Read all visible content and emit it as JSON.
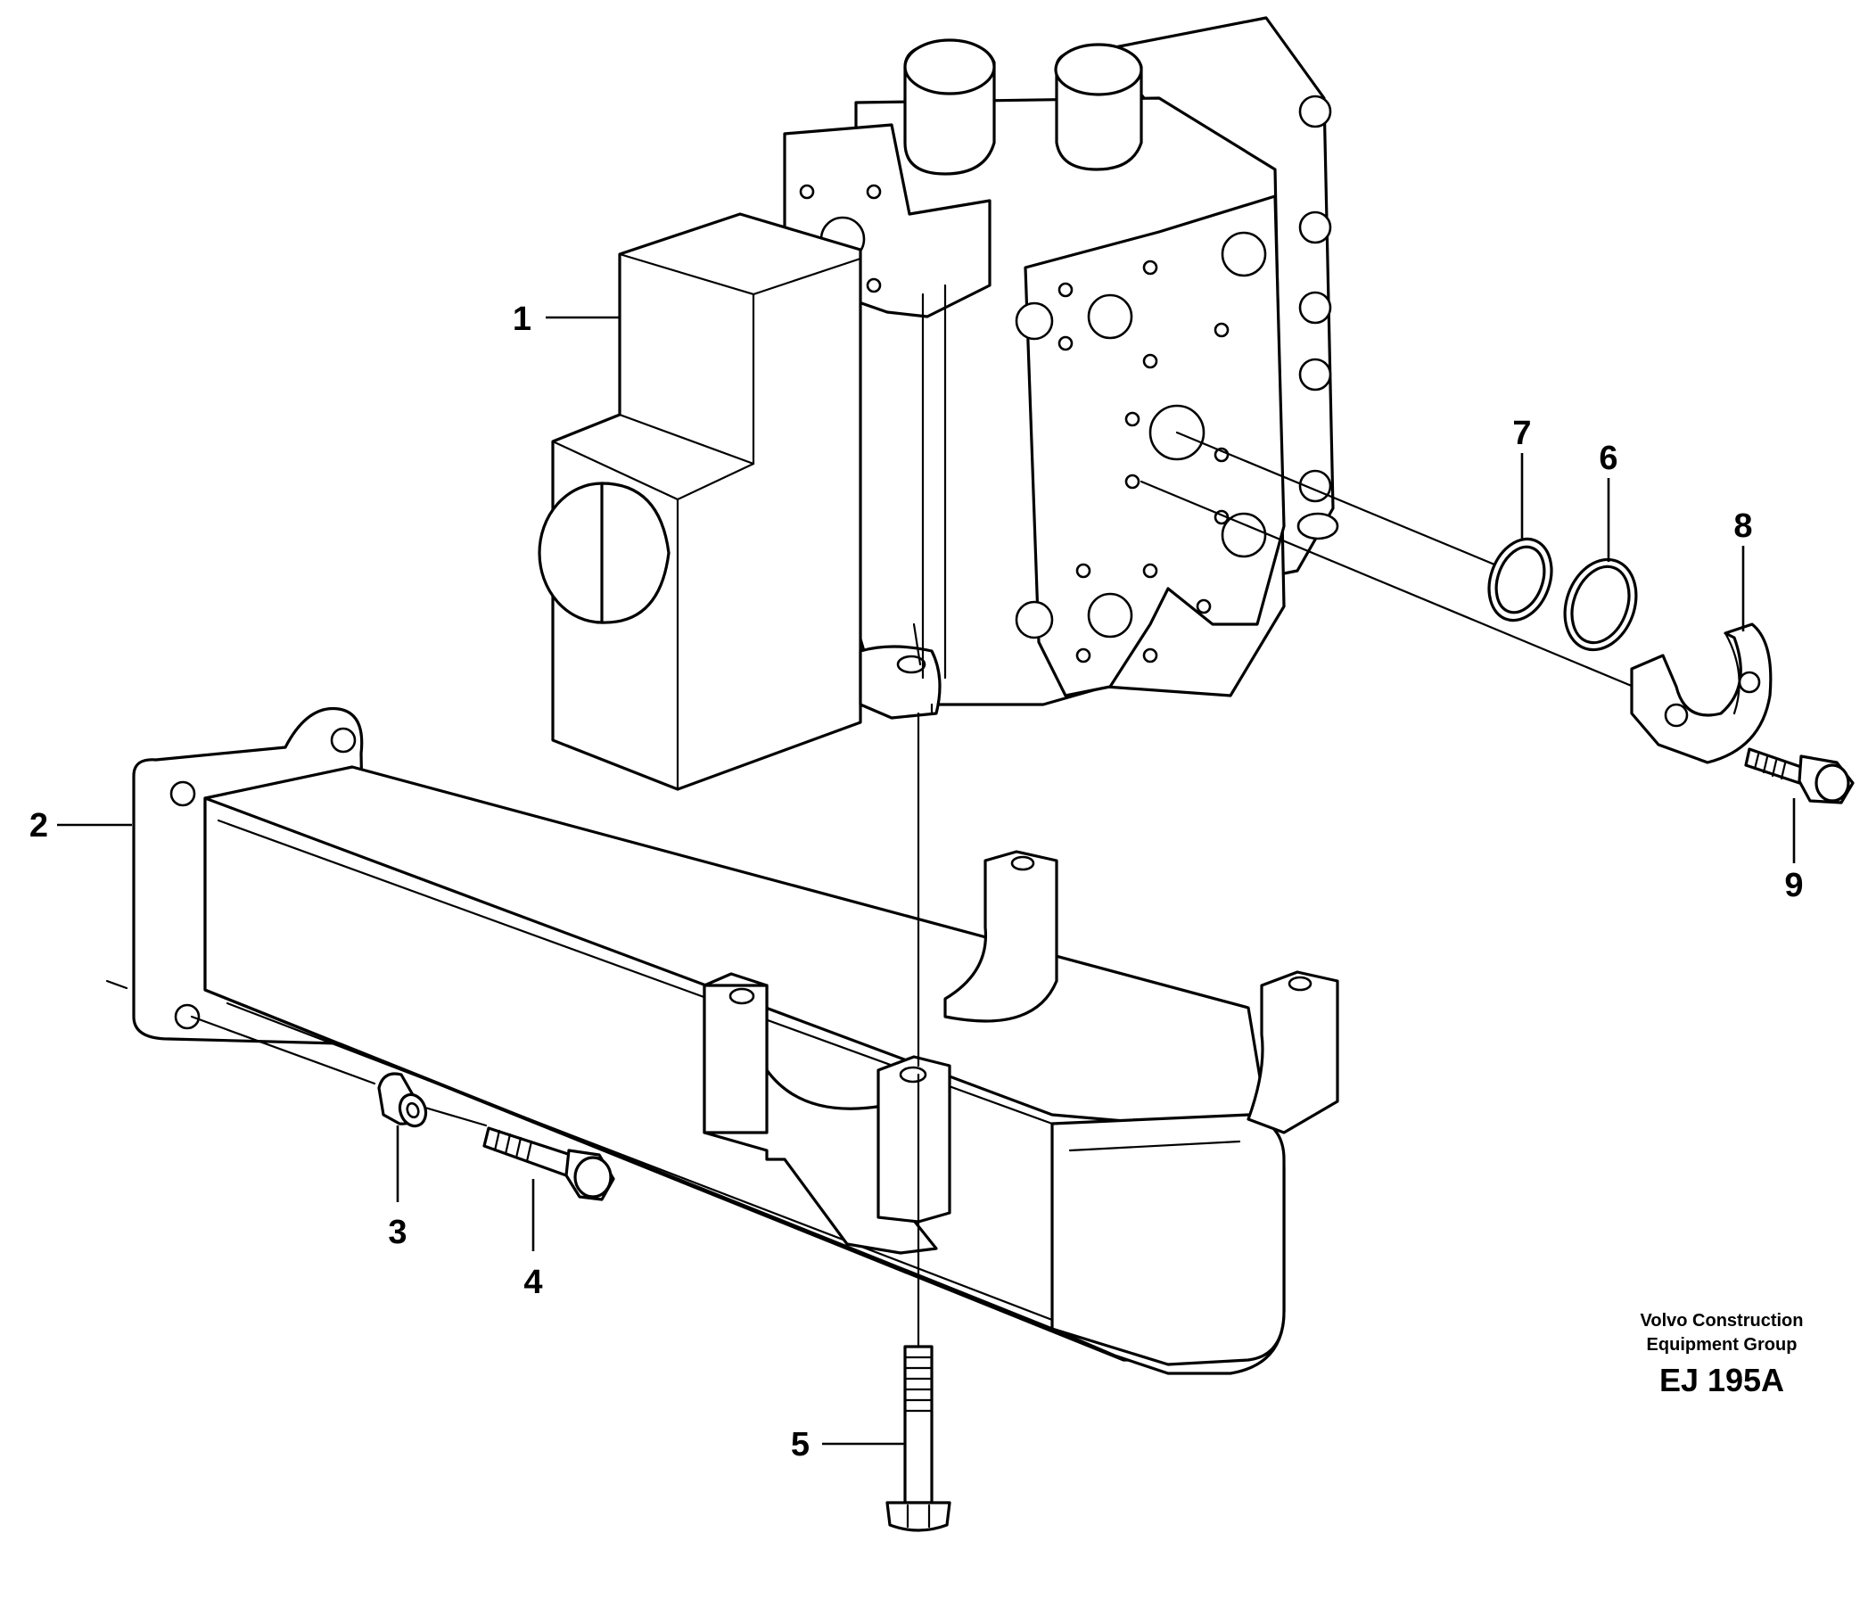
{
  "callouts": [
    "1",
    "2",
    "3",
    "4",
    "5",
    "6",
    "7",
    "8",
    "9"
  ],
  "credit": {
    "line1": "Volvo Construction",
    "line2": "Equipment Group",
    "code": "EJ 195A"
  }
}
